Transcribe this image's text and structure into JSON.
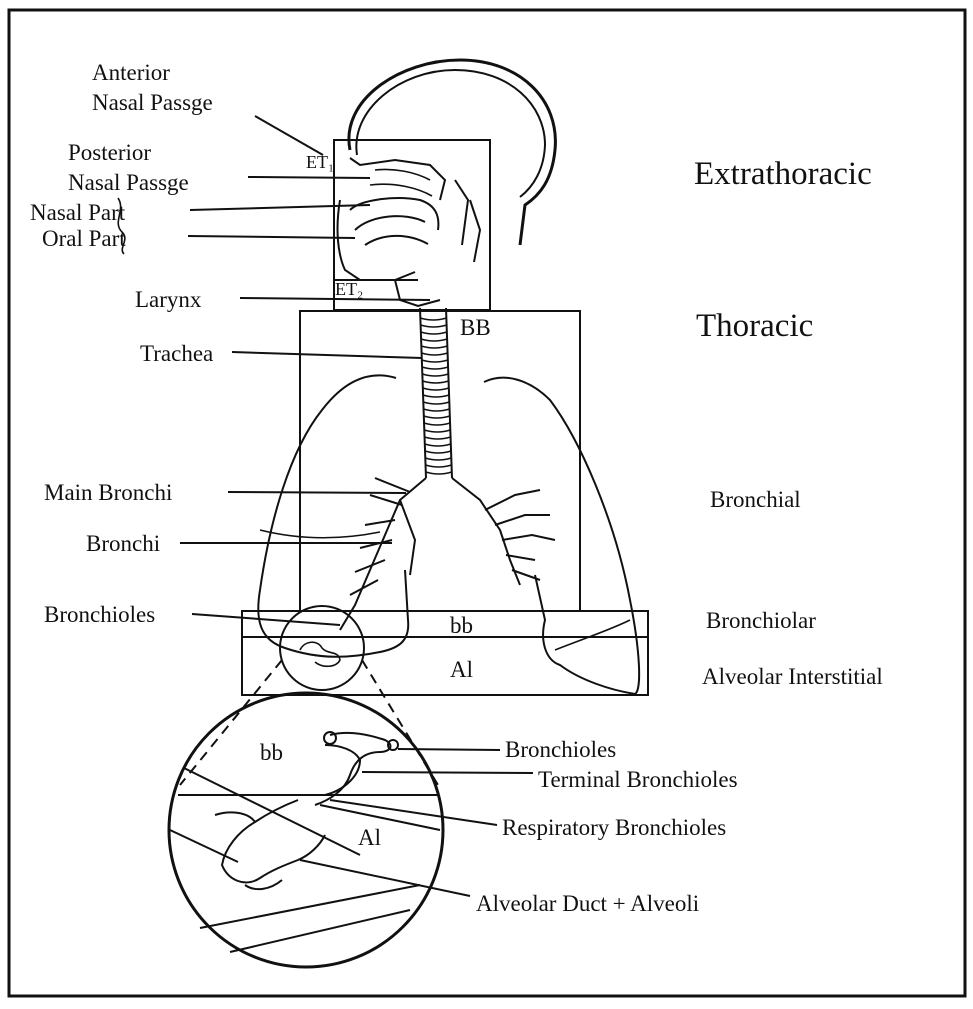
{
  "left_labels": {
    "anterior_1": "Anterior",
    "anterior_2": "Nasal Passge",
    "posterior_1": "Posterior",
    "posterior_2": "Nasal Passge",
    "nasal_part": "Nasal Part",
    "oral_part": "Oral Part",
    "larynx": "Larynx",
    "trachea": "Trachea",
    "main_bronchi": "Main Bronchi",
    "bronchi": "Bronchi",
    "bronchioles": "Bronchioles"
  },
  "region_labels": {
    "extrathoracic": "Extrathoracic",
    "thoracic": "Thoracic",
    "bronchial": "Bronchial",
    "bronchiolar": "Bronchiolar",
    "alveolar_interstitial": "Alveolar Interstitial"
  },
  "box_labels": {
    "et1": "ET₁",
    "et2": "ET₂",
    "bb_upper": "BB",
    "bb_lower": "bb",
    "al": "Al"
  },
  "inset_labels": {
    "bb": "bb",
    "al": "Al",
    "bronchioles": "Bronchioles",
    "terminal_bronchioles": "Terminal  Bronchioles",
    "respiratory_bronchioles": "Respiratory  Bronchioles",
    "alveolar_duct": "Alveolar Duct + Alveoli"
  }
}
